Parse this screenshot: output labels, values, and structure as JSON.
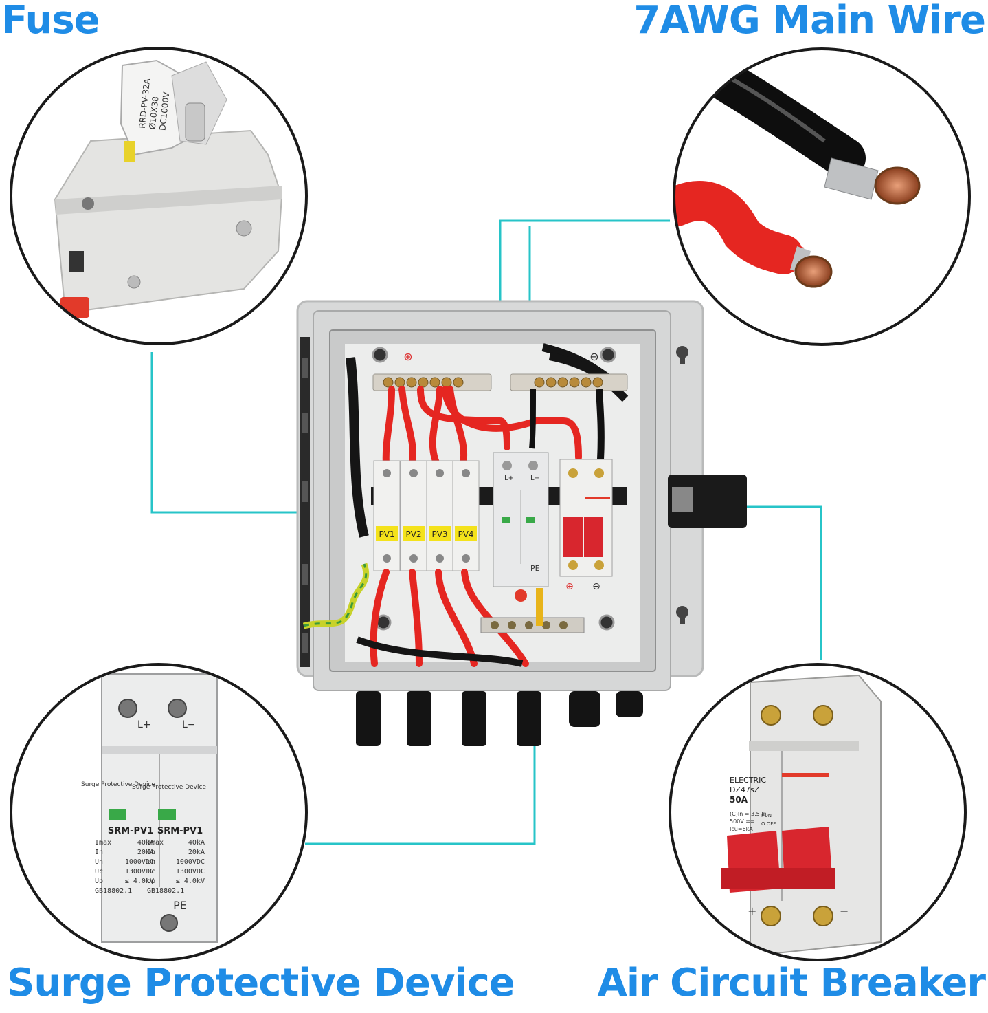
{
  "colors": {
    "title": "#1f8ce6",
    "leader": "#27c4c8",
    "enclosure": "#d8d9d9",
    "red_wire": "#e52621",
    "breaker_red": "#d8262e",
    "label_yellow": "#f4e21b"
  },
  "labels": {
    "fuse": "Fuse",
    "main_wire": "7AWG Main Wire",
    "surge_device": "Surge Protective Device",
    "air_breaker": "Air Circuit Breaker"
  },
  "fuse_detail": {
    "model": "RRD-PV-32A",
    "size": "Ø10X38",
    "rating": "DC1000V"
  },
  "box": {
    "pv_labels": [
      "PV1",
      "PV2",
      "PV3",
      "PV4"
    ],
    "plus": "⊕",
    "minus": "⊖",
    "spd_terms": [
      "L+",
      "L−"
    ],
    "pe": "PE"
  },
  "spd_detail": {
    "terminals": [
      "L+",
      "L−"
    ],
    "brand": "Surge Protective Device",
    "model": "SRM-PV1",
    "specs": [
      {
        "k": "Imax",
        "v": "40kA"
      },
      {
        "k": "In",
        "v": "20kA"
      },
      {
        "k": "Un",
        "v": "1000VDC"
      },
      {
        "k": "Uc",
        "v": "1300VDC"
      },
      {
        "k": "Up",
        "v": "≤ 4.0kV"
      }
    ],
    "standard": "GB18802.1",
    "pe": "PE"
  },
  "breaker_detail": {
    "brand": "ELECTRIC",
    "model": "DZ47sZ",
    "current": "50A",
    "spec_lines": [
      "(C)In = 3.5 In",
      "500V ==",
      "Icu=6kA"
    ],
    "on": "I ON",
    "off": "O OFF",
    "plus": "+",
    "minus": "−"
  }
}
